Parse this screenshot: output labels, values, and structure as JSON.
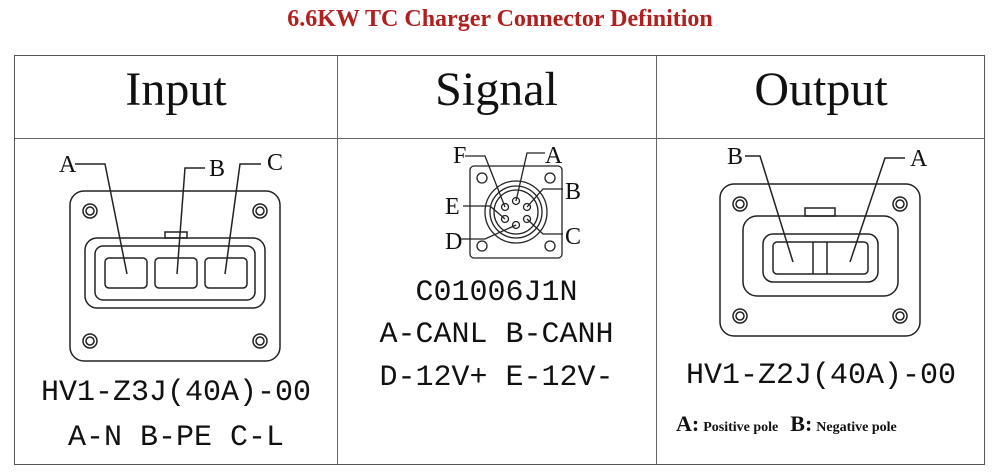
{
  "title": "6.6KW TC Charger Connector Definition",
  "columns": [
    {
      "heading": "Input",
      "part": "HV1-Z3J(40A)-00",
      "pins": "A-N B-PE C-L",
      "labels": [
        "A",
        "B",
        "C"
      ]
    },
    {
      "heading": "Signal",
      "part": "C01006J1N",
      "pins_line1": "A-CANL B-CANH",
      "pins_line2": "D-12V+ E-12V-",
      "labels": [
        "F",
        "A",
        "B",
        "E",
        "D",
        "C"
      ]
    },
    {
      "heading": "Output",
      "part": "HV1-Z2J(40A)-00",
      "labels": [
        "B",
        "A"
      ],
      "legend": {
        "a_key": "A:",
        "a_text": "Positive pole",
        "b_key": "B:",
        "b_text": "Negative pole"
      }
    }
  ],
  "colors": {
    "title": "#b0201e"
  }
}
